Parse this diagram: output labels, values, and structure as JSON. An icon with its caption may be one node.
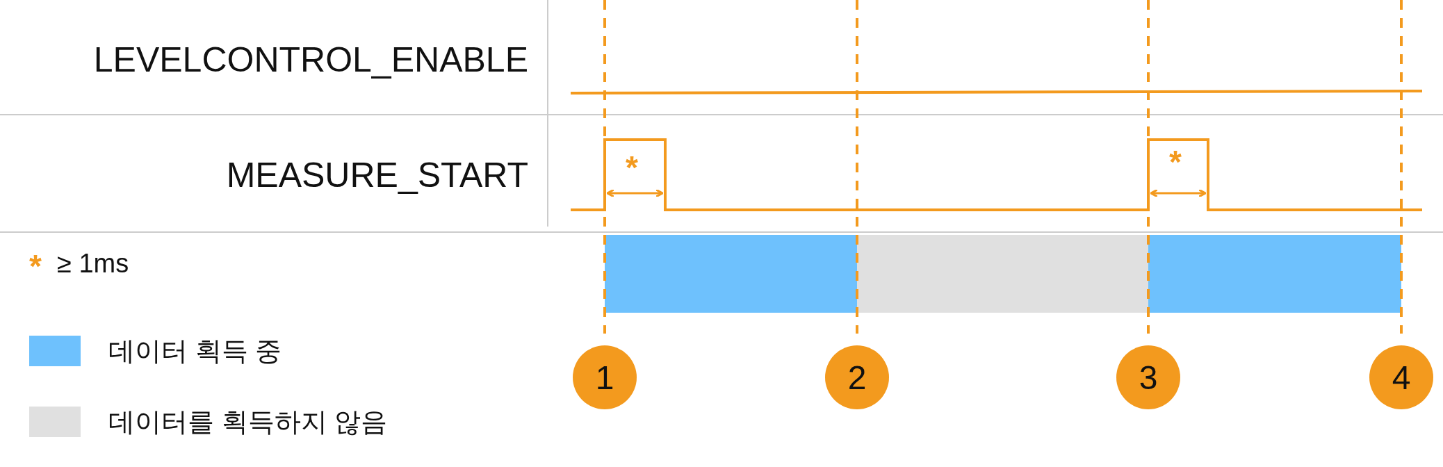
{
  "diagram": {
    "nodes": [
      {
        "text": [
          "1"
        ]
      },
      {
        "text": [
          "2"
        ]
      },
      {
        "text": [
          "3"
        ]
      },
      {
        "text": [
          "4"
        ]
      }
    ],
    "labels": [
      "LEVELCONTROL_ENABLE",
      "MEASURE_START",
      "*",
      "*",
      "*",
      "≥ 1ms"
    ],
    "legend": [
      {
        "text": "데이터 획득 중",
        "color": "#6ec1fd"
      },
      {
        "text": "데이터를 획득하지 않음",
        "color": "#e0e0e0"
      }
    ]
  }
}
